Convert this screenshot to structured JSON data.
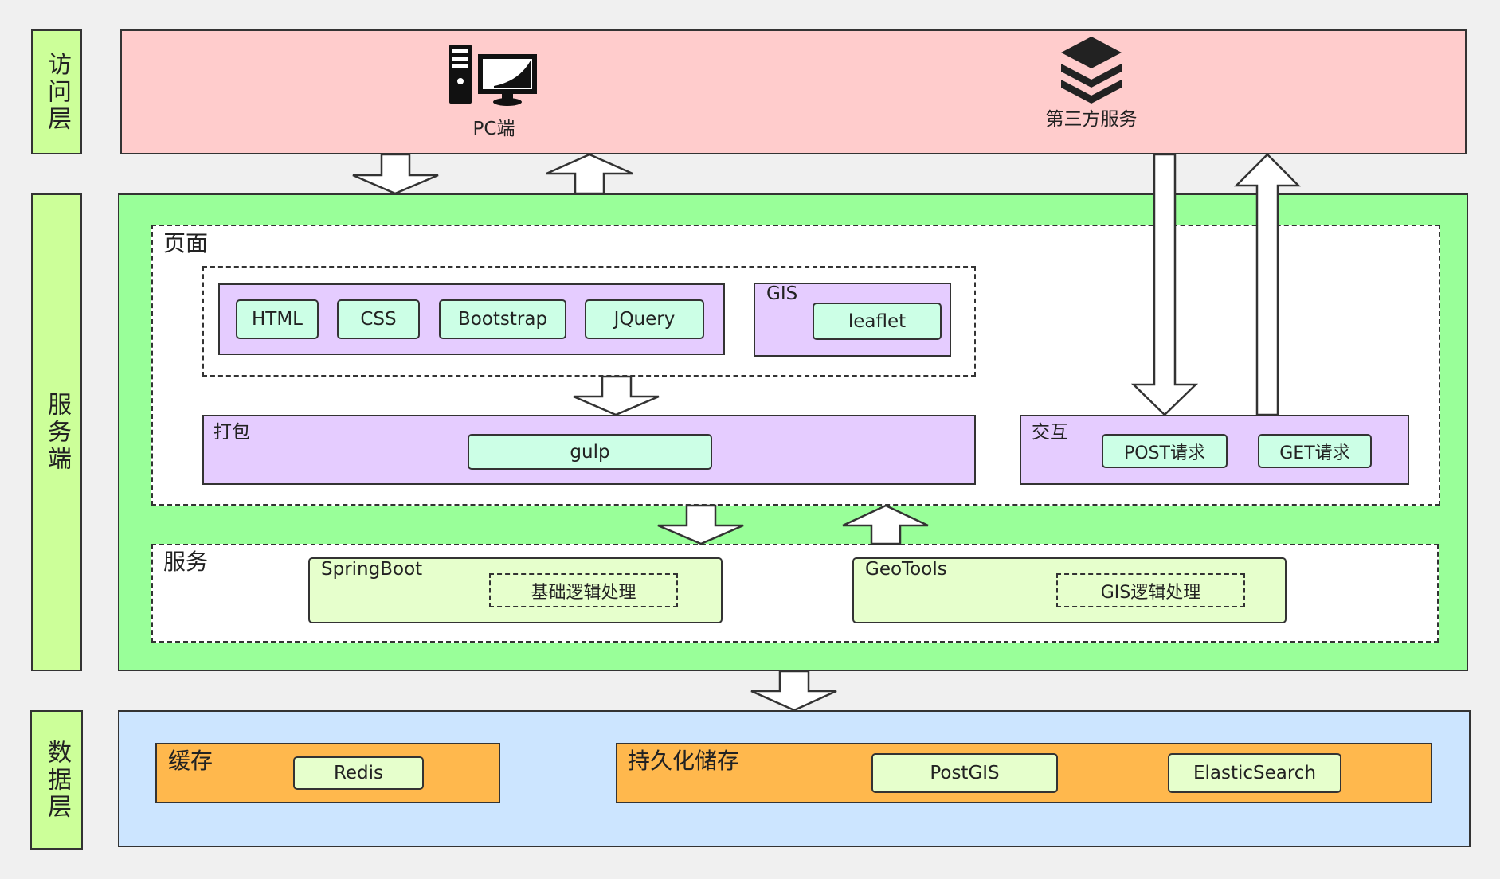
{
  "layers": {
    "access": "访问层",
    "service": "服务端",
    "data": "数据层"
  },
  "access_layer": {
    "pc_label": "PC端",
    "third_party_label": "第三方服务",
    "pc_icon": "desktop-computer-icon",
    "third_party_icon": "layered-stack-icon"
  },
  "page_section": {
    "title": "页面",
    "frontend_chips": [
      "HTML",
      "CSS",
      "Bootstrap",
      "JQuery"
    ],
    "gis_title": "GIS",
    "gis_chip": "leaflet",
    "pack_title": "打包",
    "pack_chip": "gulp",
    "interact_title": "交互",
    "interact_chips": [
      "POST请求",
      "GET请求"
    ]
  },
  "service_section": {
    "title": "服务",
    "springboot_title": "SpringBoot",
    "springboot_task": "基础逻辑处理",
    "geotools_title": "GeoTools",
    "geotools_task": "GIS逻辑处理"
  },
  "data_layer": {
    "cache_title": "缓存",
    "cache_chip": "Redis",
    "persist_title": "持久化储存",
    "persist_chips": [
      "PostGIS",
      "ElasticSearch"
    ]
  },
  "colors": {
    "access_bg": "#ffcccc",
    "service_bg": "#99ff99",
    "data_bg": "#cce5ff",
    "layer_label_bg": "#ccff99",
    "purple": "#e5ccff",
    "mint": "#ccffe6",
    "lime": "#e6ffcc",
    "orange": "#ffb84d"
  }
}
